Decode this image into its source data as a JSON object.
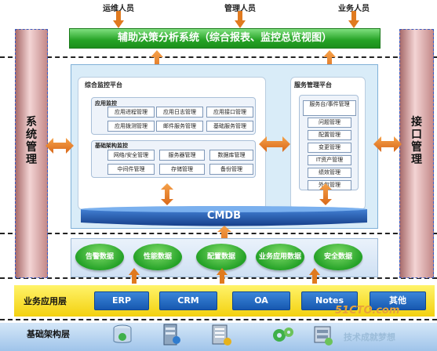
{
  "roles": {
    "ops": "运维人员",
    "mgmt": "管理人员",
    "biz": "业务人员"
  },
  "top_title": "辅助决策分析系统（综合报表、监控总览视图）",
  "left_pillar": "系统管理",
  "right_pillar": "接口管理",
  "monitor_platform": {
    "title": "综合监控平台",
    "app_monitor": {
      "title": "应用监控",
      "items": [
        "应用进程管理",
        "应用日志管理",
        "应用接口管理",
        "应用拨测管理",
        "邮件服务管理",
        "基础服务管理"
      ]
    },
    "infra_monitor": {
      "title": "基础架构监控",
      "items": [
        "网络/安全管理",
        "服务器管理",
        "数据库管理",
        "中间件管理",
        "存储管理",
        "备份管理"
      ]
    }
  },
  "service_platform": {
    "title": "服务管理平台",
    "items": [
      "服务台/事件管理",
      "问题管理",
      "配置管理",
      "变更管理",
      "IT资产管理",
      "绩效管理",
      "外包管理"
    ]
  },
  "cmdb": "CMDB",
  "data_sources": [
    "告警数据",
    "性能数据",
    "配置数据",
    "业务应用数据",
    "安全数据"
  ],
  "app_layer": {
    "label": "业务应用层",
    "apps": [
      "ERP",
      "CRM",
      "OA",
      "Notes",
      "其他"
    ]
  },
  "infra_layer": {
    "label": "基础架构层"
  },
  "watermark": {
    "logo": "51CTO.com",
    "sub": "技术成就梦想"
  },
  "colors": {
    "accent_green": "#25a225",
    "accent_blue": "#1d56b3",
    "arrow_orange": "#e07a1f",
    "app_yellow": "#f3d10f"
  }
}
